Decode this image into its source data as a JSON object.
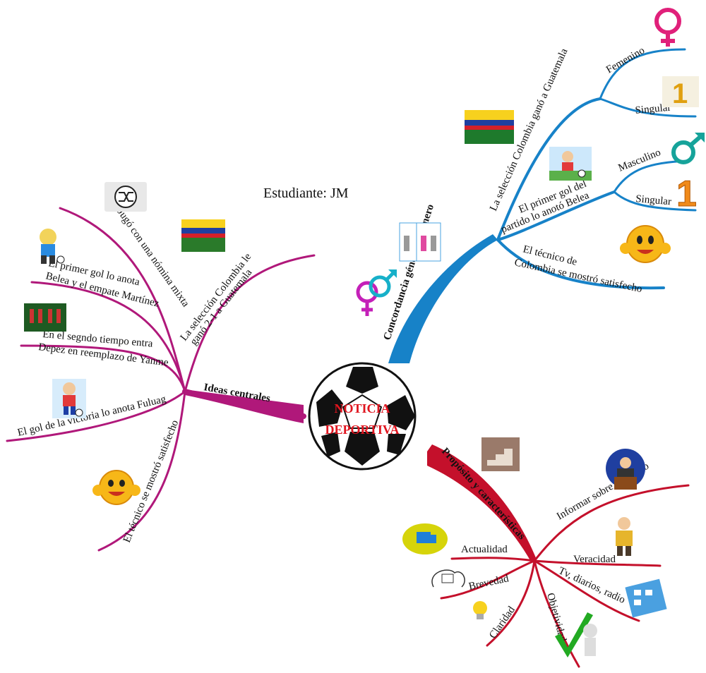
{
  "student_label": "Estudiante: JM",
  "center": {
    "line1": "NOTICIA",
    "line2": "DEPORTIVA"
  },
  "left": {
    "title": "Ideas centrales",
    "items": {
      "a": "Jugó con una nómina mixta",
      "b1": "El primer gol lo anota",
      "b2": "Belea y el empate Martínez",
      "c1": "En el segndo tiempo entra",
      "c2": "Depez en reemplazo de Yanme",
      "d": "El gol de la victoria lo anota Fuluag",
      "e": "El técnico se mostró satisfecho",
      "f1": "La selección Colombia le",
      "f2": "ganó 2-1 a Guatemala"
    }
  },
  "top_right": {
    "title": "Concordancia género y número",
    "branch1": "La selección Colombia ganó a Guatemala",
    "femenino": "Femenino",
    "singular1": "Singular",
    "branch2_1": "El primer gol del",
    "branch2_2": "partido lo anotó Belea",
    "masculino": "Masculino",
    "singular2": "Singular",
    "branch3_1": "El técnico de",
    "branch3_2": "Colombia se mostró satisfecho"
  },
  "bottom_right": {
    "title": "Propósito y características",
    "informar": "Informar sobre un hecho",
    "veracidad": "Veracidad",
    "medios": "Tv, diarios, radio",
    "objetividad": "Objetividad",
    "claridad": "Claridad",
    "brevedad": "Brevedad",
    "actualidad": "Actualidad"
  },
  "colors": {
    "magenta": "#b0187a",
    "blue": "#1782c8",
    "crimson": "#c4102b",
    "text": "#111111"
  },
  "icons": [
    "shuffle-icon",
    "cartoon-player-icon",
    "flag-icon",
    "smiley-thumbs-icon",
    "gender-icon",
    "female-symbol-icon",
    "male-symbol-icon",
    "number-one-icon",
    "soccer-ball-icon",
    "podium-speaker-icon",
    "chat-icon",
    "tv-icon",
    "lightbulb-icon",
    "checkmark-icon",
    "brain-icon"
  ]
}
